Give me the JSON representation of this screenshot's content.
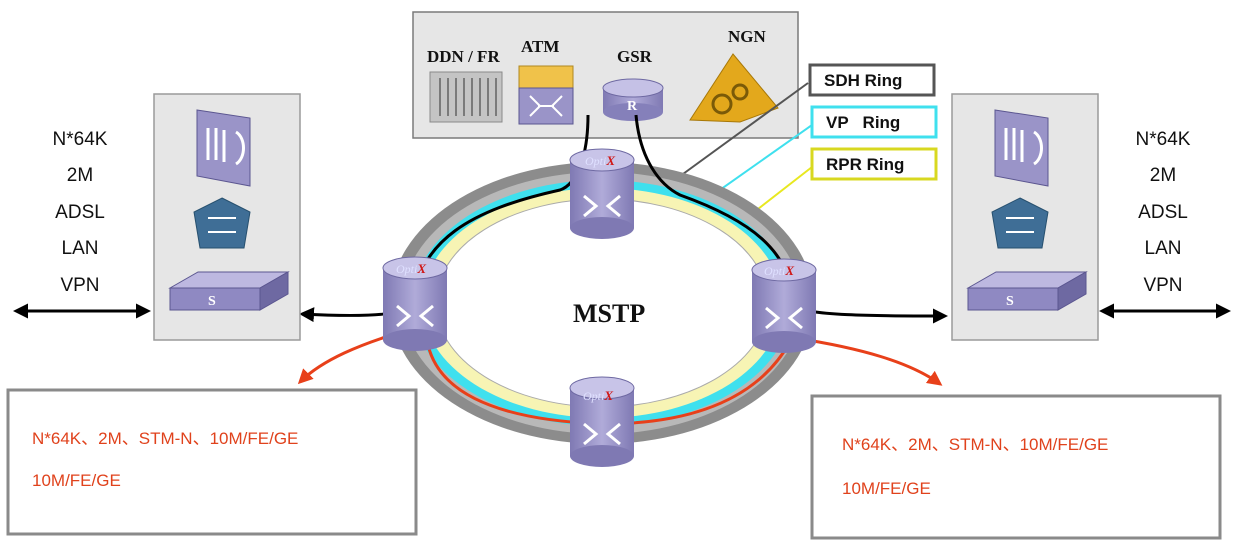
{
  "top_box": {
    "devices": {
      "ddn_fr": "DDN / FR",
      "atm": "ATM",
      "gsr": "GSR",
      "ngn": "NGN"
    },
    "router_letter": "R"
  },
  "rings": {
    "sdh": "SDH Ring",
    "vp": "VP   Ring",
    "rpr": "RPR Ring"
  },
  "center_label": "MSTP",
  "node_brand": {
    "prefix": "Opti",
    "suffix": "X"
  },
  "switch_letter": "S",
  "left_interfaces": [
    "N*64K",
    "2M",
    "ADSL",
    "LAN",
    "VPN"
  ],
  "right_interfaces": [
    "N*64K",
    "2M",
    "ADSL",
    "LAN",
    "VPN"
  ],
  "left_box": {
    "line1": "N*64K、2M、STM-N、10M/FE/GE",
    "line2": "10M/FE/GE"
  },
  "right_box": {
    "line1": "N*64K、2M、STM-N、10M/FE/GE",
    "line2": "10M/FE/GE"
  },
  "colors": {
    "ring_outer_gray": "#8c8c8c",
    "ring_cyan": "#3fe0ee",
    "ring_yellow": "#f7f4b4",
    "node_purple": "#9a94c8",
    "link_orange": "#e8401a",
    "text_orange": "#e0421c"
  }
}
